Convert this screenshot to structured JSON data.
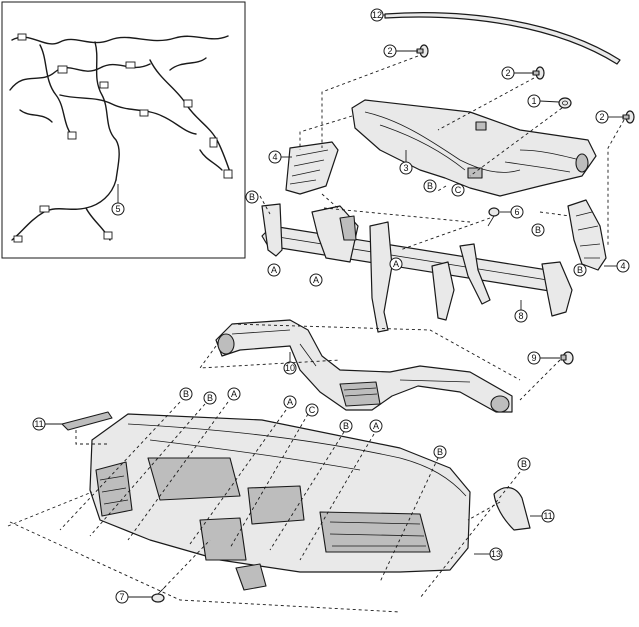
{
  "callouts": {
    "c1": "1",
    "c2": "2",
    "c3": "3",
    "c4": "4",
    "c5": "5",
    "c6": "6",
    "c7": "7",
    "c8": "8",
    "c9": "9",
    "c10": "10",
    "c11": "11",
    "c12": "12",
    "c13": "13"
  },
  "references": {
    "a": "A",
    "b": "B",
    "c": "C"
  },
  "parts": [
    {
      "id": "wiring-harness",
      "callout": "5"
    },
    {
      "id": "antenna-strip",
      "callout": "12"
    },
    {
      "id": "center-duct",
      "callout": "3"
    },
    {
      "id": "clip-fasteners",
      "callout": "2"
    },
    {
      "id": "nut",
      "callout": "1"
    },
    {
      "id": "side-vent-brackets",
      "callout": "4"
    },
    {
      "id": "cross-member-beam",
      "callout": "8"
    },
    {
      "id": "screw-fastener",
      "callout": "6"
    },
    {
      "id": "air-duct",
      "callout": "10"
    },
    {
      "id": "grommet",
      "callout": "9"
    },
    {
      "id": "side-trim-panels",
      "callout": "11"
    },
    {
      "id": "instrument-panel",
      "callout": "13"
    },
    {
      "id": "push-clip",
      "callout": "7"
    }
  ]
}
